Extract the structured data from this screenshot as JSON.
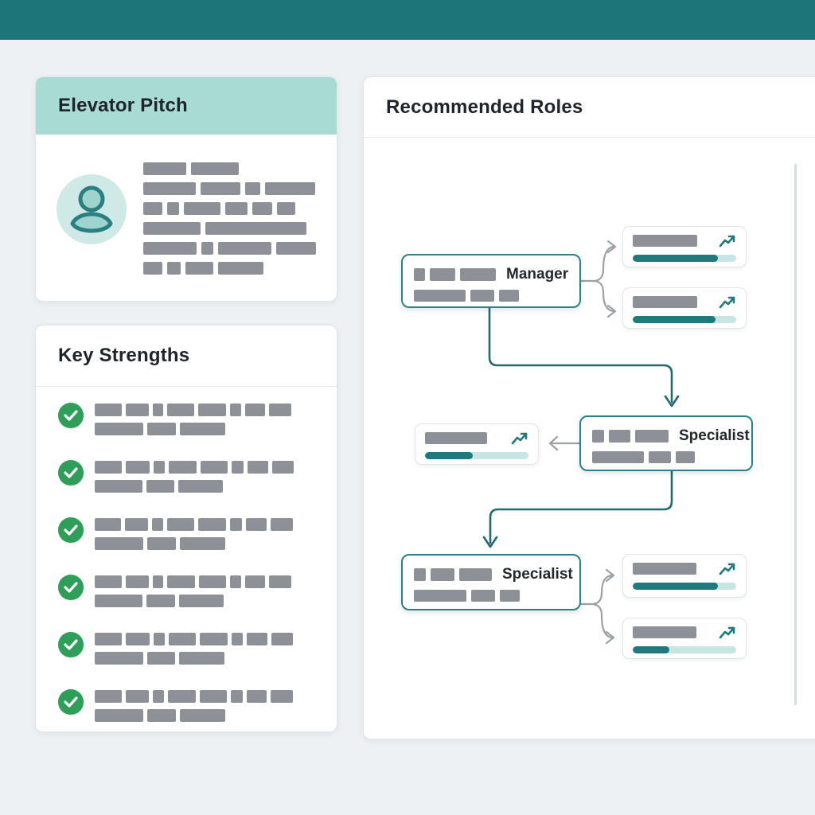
{
  "colors": {
    "header_bar": "#1d7479",
    "card_header_teal": "#a9dbd5",
    "node_border_teal": "#2a8084",
    "connector_teal": "#226a6e",
    "arrow_gray": "#9ba1a5",
    "placeholder_gray": "#8d9197",
    "success_green": "#2f9e58",
    "progress_fill": "#20797d",
    "progress_track": "#c8e5e4",
    "background": "#edf1f3"
  },
  "elevator_pitch": {
    "title": "Elevator Pitch",
    "avatar_icon": "person-icon",
    "text_rows": [
      [
        54,
        60
      ],
      [
        66,
        50,
        19,
        63
      ],
      [
        24,
        15,
        46,
        28,
        25,
        23
      ],
      [
        72,
        127
      ],
      [
        67,
        15,
        67,
        50
      ],
      [
        24,
        17,
        35,
        57
      ]
    ]
  },
  "key_strengths": {
    "title": "Key Strengths",
    "bullet_icon": "check-circle-icon",
    "items": [
      {
        "line1": [
          34,
          29,
          13,
          34,
          35,
          14,
          25,
          28
        ],
        "line2": [
          61,
          36,
          57
        ]
      },
      {
        "line1": [
          34,
          30,
          14,
          35,
          34,
          15,
          26,
          27
        ],
        "line2": [
          60,
          35,
          56
        ]
      },
      {
        "line1": [
          33,
          29,
          14,
          34,
          35,
          15,
          26,
          28
        ],
        "line2": [
          61,
          36,
          57
        ]
      },
      {
        "line1": [
          34,
          29,
          13,
          35,
          34,
          14,
          25,
          28
        ],
        "line2": [
          60,
          36,
          56
        ]
      },
      {
        "line1": [
          34,
          30,
          14,
          34,
          35,
          14,
          26,
          27
        ],
        "line2": [
          61,
          35,
          57
        ]
      },
      {
        "line1": [
          34,
          29,
          14,
          35,
          34,
          15,
          25,
          28
        ],
        "line2": [
          61,
          36,
          57
        ]
      }
    ]
  },
  "recommended_roles": {
    "title": "Recommended Roles",
    "flow_nodes": [
      {
        "id": "manager",
        "label": "Manager",
        "line1": [
          14,
          32,
          45
        ],
        "line2": [
          65,
          30,
          25
        ]
      },
      {
        "id": "specialist-middle",
        "label": "Specialist",
        "line1": [
          15,
          27,
          42
        ],
        "line2": [
          65,
          28,
          24
        ]
      },
      {
        "id": "specialist-bottom",
        "label": "Specialist",
        "line1": [
          15,
          30,
          41
        ],
        "line2": [
          66,
          30,
          25
        ]
      }
    ],
    "role_cards": [
      {
        "id": "top-1",
        "title_bar": [
          81
        ],
        "trend_icon": "trend-up-icon",
        "progress_percent": 82
      },
      {
        "id": "top-2",
        "title_bar": [
          81
        ],
        "trend_icon": "trend-up-icon",
        "progress_percent": 80
      },
      {
        "id": "mid-left",
        "title_bar": [
          78
        ],
        "trend_icon": "trend-up-icon",
        "progress_percent": 46
      },
      {
        "id": "bottom-1",
        "title_bar": [
          80
        ],
        "trend_icon": "trend-up-icon",
        "progress_percent": 82
      },
      {
        "id": "bottom-2",
        "title_bar": [
          80
        ],
        "trend_icon": "trend-up-icon",
        "progress_percent": 35
      }
    ]
  }
}
